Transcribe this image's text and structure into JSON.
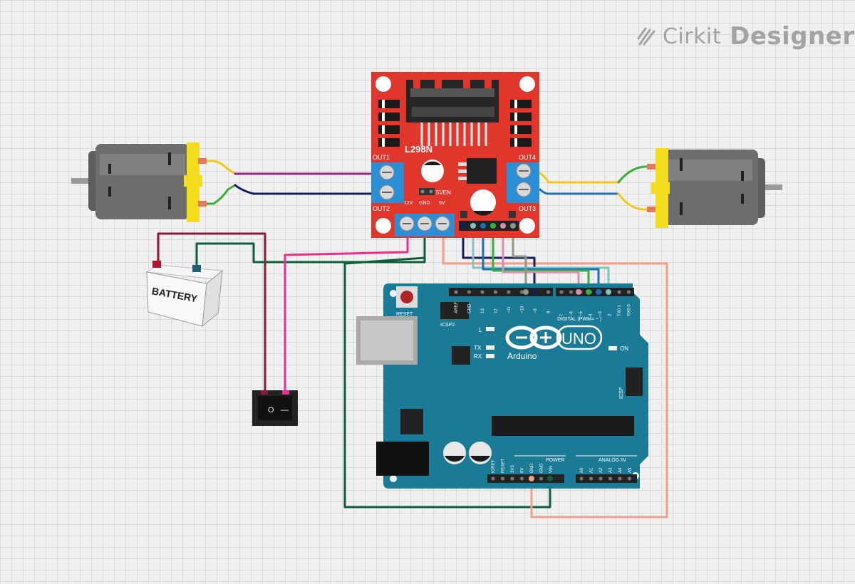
{
  "brand": {
    "name1": "Cirkit",
    "name2": "Designer"
  },
  "driver": {
    "chip": "L298N",
    "out1": "OUT1",
    "out2": "OUT2",
    "out3": "OUT3",
    "out4": "OUT4",
    "v12": "12V",
    "gnd": "GND",
    "v5": "5V",
    "fiveven": "5VEN"
  },
  "battery": {
    "label": "BATTERY"
  },
  "switch": {
    "on_mark": "O",
    "off_mark": "—"
  },
  "arduino": {
    "reset": "RESET",
    "icsp2": "ICSP2",
    "icsp": "ICSP",
    "logo_text": "Arduino",
    "model": "UNO",
    "on_label": "ON",
    "l_label": "L",
    "tx_label": "TX",
    "rx_label": "RX",
    "digital_label": "DIGITAL (PWM= ~ )",
    "power_label": "POWER",
    "analog_label": "ANALOG IN",
    "top_pins": [
      "AREF",
      "GND",
      "13",
      "12",
      "~11",
      "~10",
      "~9",
      "8"
    ],
    "top_pins2": [
      "7",
      "~6",
      "~5",
      "4",
      "~3",
      "2",
      "TX0 1",
      "RX0 0"
    ],
    "power_pins": [
      "IOREF",
      "RESET",
      "3V3",
      "5V",
      "GND",
      "GND",
      "VIN"
    ],
    "analog_pins": [
      "A0",
      "A1",
      "A2",
      "A3",
      "A4",
      "A5"
    ]
  },
  "colors": {
    "board_red": "#e0362c",
    "board_blue": "#1b7b96",
    "terminal_blue": "#2b8fd6",
    "wire_magenta": "#a0237a",
    "wire_navy": "#141e5a",
    "wire_yellow": "#f2c81a",
    "wire_green": "#3cad3c",
    "wire_dark_green": "#0f5e3a",
    "wire_maroon": "#8a1838",
    "wire_pink": "#e8308a",
    "wire_salmon": "#f0a08a",
    "wire_teal": "#7fc6c0",
    "wire_blue": "#1a6fb8",
    "motor_gray": "#6d6d6d",
    "motor_yellow": "#f3dd1c"
  }
}
